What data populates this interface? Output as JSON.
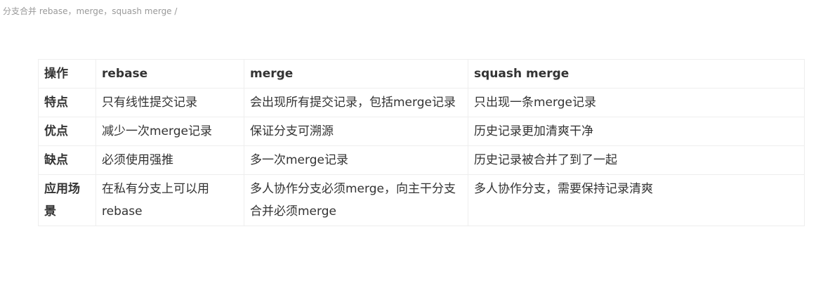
{
  "breadcrumb": {
    "title": "分支合并 rebase，merge，squash merge",
    "sep": "/"
  },
  "table": {
    "headers": [
      "操作",
      "rebase",
      "merge",
      "squash merge"
    ],
    "rows": [
      [
        "特点",
        "只有线性提交记录",
        "会出现所有提交记录，包括merge记录",
        "只出现一条merge记录"
      ],
      [
        "优点",
        "减少一次merge记录",
        "保证分支可溯源",
        "历史记录更加清爽干净"
      ],
      [
        "缺点",
        "必须使用强推",
        "多一次merge记录",
        "历史记录被合并了到了一起"
      ],
      [
        "应用场景",
        "在私有分支上可以用 rebase",
        "多人协作分支必须merge，向主干分支合并必须merge",
        "多人协作分支，需要保持记录清爽"
      ]
    ]
  }
}
